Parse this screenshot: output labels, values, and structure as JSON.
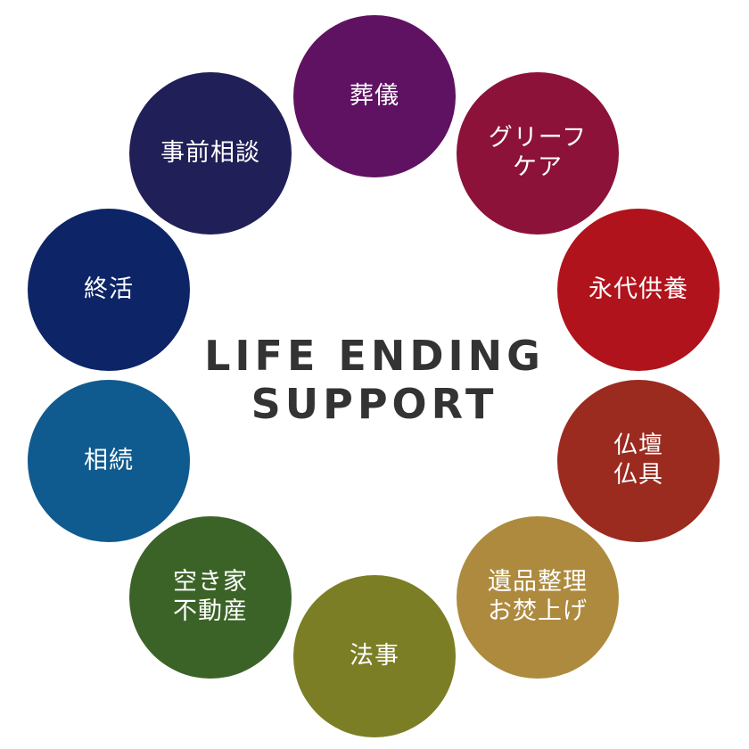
{
  "title": {
    "line1": "LIFE ENDING",
    "line2": "SUPPORT"
  },
  "items": [
    {
      "label": "葬儀",
      "color": "#5e1261"
    },
    {
      "label": "グリーフ\nケア",
      "color": "#8c1239"
    },
    {
      "label": "永代供養",
      "color": "#b0131c"
    },
    {
      "label": "仏壇\n仏具",
      "color": "#9b2a1f"
    },
    {
      "label": "遺品整理\nお焚上げ",
      "color": "#ad8a3e"
    },
    {
      "label": "法事",
      "color": "#7b7e24"
    },
    {
      "label": "空き家\n不動産",
      "color": "#3b6327"
    },
    {
      "label": "相続",
      "color": "#0f5a8e"
    },
    {
      "label": "終活",
      "color": "#0d2467"
    },
    {
      "label": "事前相談",
      "color": "#211f57"
    }
  ]
}
